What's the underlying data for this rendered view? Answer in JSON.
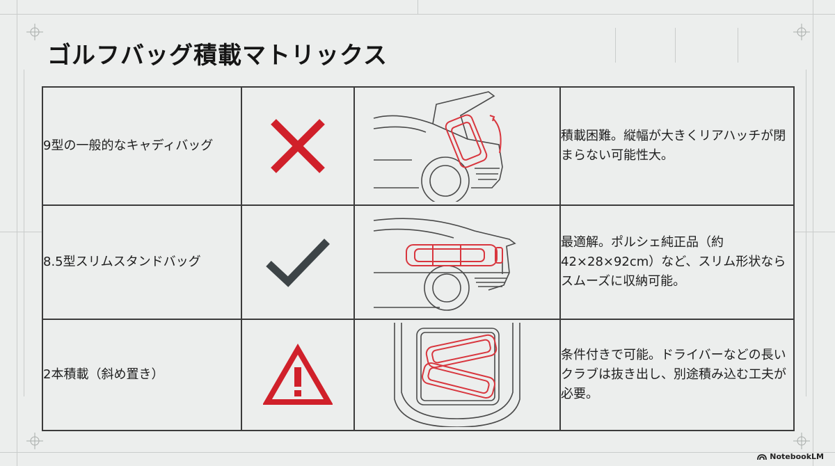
{
  "title": "ゴルフバッグ積載マトリックス",
  "rows": [
    {
      "label": "9型の一般的なキャディバッグ",
      "status": "cross",
      "illustration": "rear-hatch-open-upright-bag",
      "description": "積載困難。縦幅が大きくリアハッチが閉まらない可能性大。"
    },
    {
      "label": "8.5型スリムスタンドバッグ",
      "status": "check",
      "illustration": "rear-hatch-closed-flat-bag",
      "description": "最適解。ポルシェ純正品（約42×28×92cm）など、スリム形状ならスムーズに収納可能。"
    },
    {
      "label": "2本積載（斜め置き）",
      "status": "warning",
      "illustration": "top-view-two-bags-diagonal",
      "description": "条件付きで可能。ドライバーなどの長いクラブは抜き出し、別途積み込む工夫が必要。"
    }
  ],
  "colors": {
    "cross": "#d0202a",
    "check": "#3d4447",
    "warning": "#d0202a",
    "bag_outline": "#d8363e"
  },
  "brand": "NotebookLM"
}
